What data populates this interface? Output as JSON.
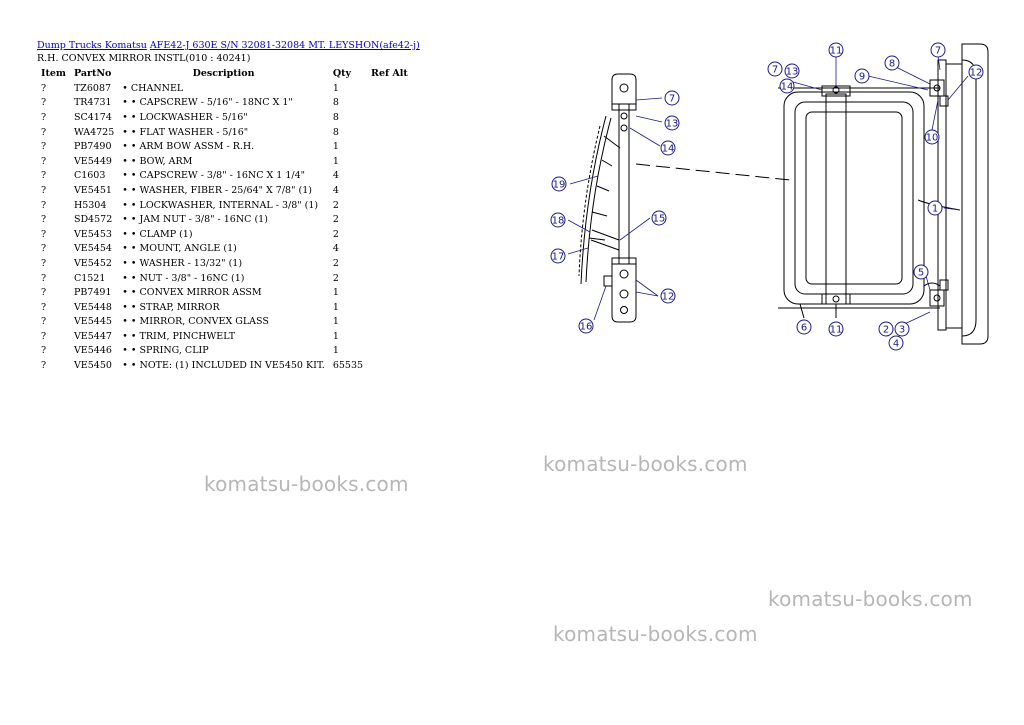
{
  "breadcrumb": {
    "link1": "Dump Trucks Komatsu",
    "link2": "AFE42-J 630E S/N 32081-32084 MT. LEYSHON(afe42-j)"
  },
  "subtitle": "R.H. CONVEX MIRROR INSTL(010 : 40241)",
  "table": {
    "headers": {
      "item": "Item",
      "part": "PartNo",
      "desc": "Description",
      "qty": "Qty",
      "ref": "Ref Alt"
    },
    "rows": [
      {
        "item": "?",
        "part": "TZ6087",
        "desc": "• CHANNEL",
        "qty": "1"
      },
      {
        "item": "?",
        "part": "TR4731",
        "desc": "• • CAPSCREW - 5/16\" - 18NC X 1\"",
        "qty": "8"
      },
      {
        "item": "?",
        "part": "SC4174",
        "desc": "• • LOCKWASHER - 5/16\"",
        "qty": "8"
      },
      {
        "item": "?",
        "part": "WA4725",
        "desc": "• • FLAT WASHER - 5/16\"",
        "qty": "8"
      },
      {
        "item": "?",
        "part": "PB7490",
        "desc": "• • ARM BOW ASSM - R.H.",
        "qty": "1"
      },
      {
        "item": "?",
        "part": "VE5449",
        "desc": "• • BOW, ARM",
        "qty": "1"
      },
      {
        "item": "?",
        "part": "C1603",
        "desc": "• • CAPSCREW - 3/8\" - 16NC X 1 1/4\"",
        "qty": "4"
      },
      {
        "item": "?",
        "part": "VE5451",
        "desc": "• • WASHER, FIBER - 25/64\" X 7/8\" (1)",
        "qty": "4"
      },
      {
        "item": "?",
        "part": "H5304",
        "desc": "• • LOCKWASHER, INTERNAL - 3/8\" (1)",
        "qty": "2"
      },
      {
        "item": "?",
        "part": "SD4572",
        "desc": "• • JAM NUT - 3/8\" - 16NC (1)",
        "qty": "2"
      },
      {
        "item": "?",
        "part": "VE5453",
        "desc": "• • CLAMP (1)",
        "qty": "2"
      },
      {
        "item": "?",
        "part": "VE5454",
        "desc": "• • MOUNT, ANGLE (1)",
        "qty": "4"
      },
      {
        "item": "?",
        "part": "VE5452",
        "desc": "• • WASHER - 13/32\" (1)",
        "qty": "2"
      },
      {
        "item": "?",
        "part": "C1521",
        "desc": "• • NUT - 3/8\" - 16NC (1)",
        "qty": "2"
      },
      {
        "item": "?",
        "part": "PB7491",
        "desc": "• • CONVEX MIRROR ASSM",
        "qty": "1"
      },
      {
        "item": "?",
        "part": "VE5448",
        "desc": "• • STRAP, MIRROR",
        "qty": "1"
      },
      {
        "item": "?",
        "part": "VE5445",
        "desc": "• • MIRROR, CONVEX GLASS",
        "qty": "1"
      },
      {
        "item": "?",
        "part": "VE5447",
        "desc": "• • TRIM, PINCHWELT",
        "qty": "1"
      },
      {
        "item": "?",
        "part": "VE5446",
        "desc": "• • SPRING, CLIP",
        "qty": "1"
      },
      {
        "item": "?",
        "part": "VE5450",
        "desc": "• • NOTE: (1) INCLUDED IN VE5450 KIT.",
        "qty": "65535"
      }
    ]
  },
  "watermark": "komatsu-books.com",
  "callouts": [
    "1",
    "2",
    "3",
    "4",
    "5",
    "6",
    "7",
    "8",
    "9",
    "10",
    "11",
    "12",
    "13",
    "14",
    "15",
    "16",
    "17",
    "18",
    "19"
  ],
  "colors": {
    "link": "#0000cc",
    "callout": "#1a1a8c",
    "watermark": "#b6b6b6"
  }
}
